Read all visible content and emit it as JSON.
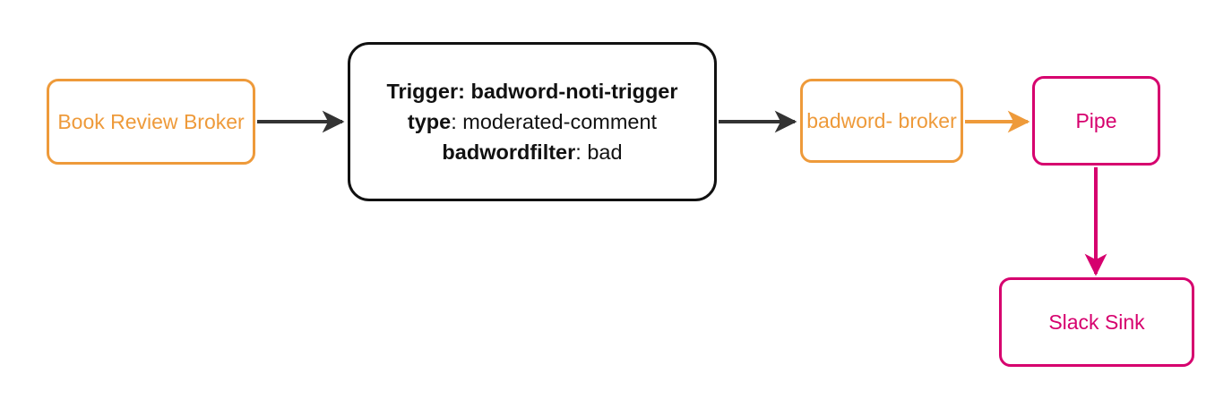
{
  "diagram": {
    "type": "flow-diagram",
    "background": "#ffffff",
    "colors": {
      "broker_orange": "#EE9A3A",
      "sink_crimson": "#D6006E",
      "trigger_black": "#111111",
      "edge_dark": "#333333"
    },
    "nodes": [
      {
        "id": "book-review-broker",
        "label": "Book Review Broker",
        "line1": "Book Review",
        "line2": "Broker",
        "style": "broker",
        "color": "#EE9A3A"
      },
      {
        "id": "trigger",
        "style": "trigger",
        "color": "#111111",
        "line1": "Trigger: badword-noti-trigger",
        "line2_key": "type",
        "line2_value": ": moderated-comment",
        "line3_key": "badwordfilter",
        "line3_value": ": bad"
      },
      {
        "id": "badword-broker",
        "label": "badword-broker",
        "line1": "badword-",
        "line2": "broker",
        "style": "broker",
        "color": "#EE9A3A"
      },
      {
        "id": "pipe",
        "label": "Pipe",
        "style": "sink",
        "color": "#D6006E"
      },
      {
        "id": "slack-sink",
        "label": "Slack Sink",
        "style": "sink",
        "color": "#D6006E"
      }
    ],
    "edges": [
      {
        "id": "edge-book-review-broker-to-trigger",
        "from": "book-review-broker",
        "to": "trigger",
        "color": "#333333",
        "direction": "right"
      },
      {
        "id": "edge-trigger-to-badword-broker",
        "from": "trigger",
        "to": "badword-broker",
        "color": "#333333",
        "direction": "right"
      },
      {
        "id": "edge-badword-broker-to-pipe",
        "from": "badword-broker",
        "to": "pipe",
        "color": "#EE9A3A",
        "direction": "right"
      },
      {
        "id": "edge-pipe-to-slack-sink",
        "from": "pipe",
        "to": "slack-sink",
        "color": "#D6006E",
        "direction": "down"
      }
    ]
  }
}
